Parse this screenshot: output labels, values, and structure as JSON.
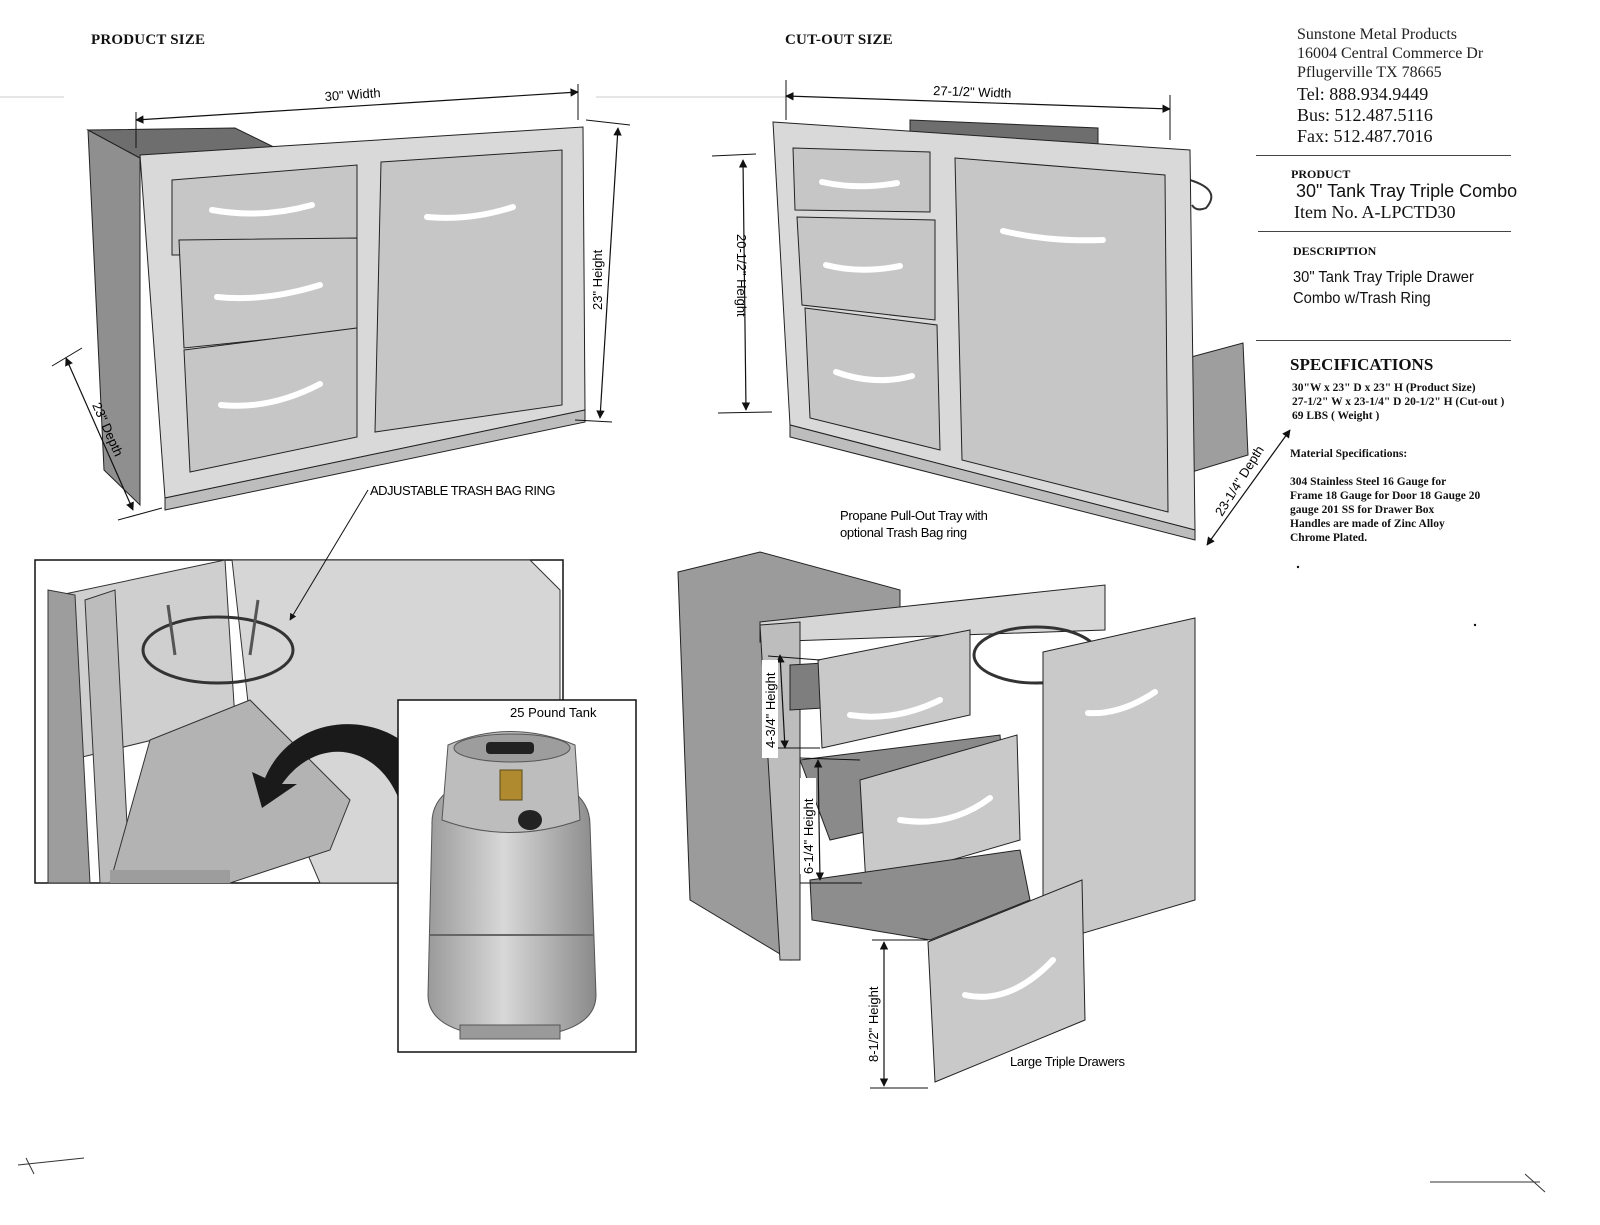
{
  "headers": {
    "product_size": "PRODUCT SIZE",
    "cutout_size": "CUT-OUT SIZE"
  },
  "company": {
    "name": "Sunstone Metal Products",
    "address1": "16004 Central Commerce Dr",
    "address2": "Pflugerville TX 78665",
    "tel": "Tel: 888.934.9449",
    "bus": "Bus: 512.487.5116",
    "fax": "Fax: 512.487.7016"
  },
  "product": {
    "label": "PRODUCT",
    "name": "30\" Tank Tray Triple Combo",
    "item": "Item No. A-LPCTD30"
  },
  "description": {
    "label": "DESCRIPTION",
    "line1": "30\" Tank Tray Triple Drawer",
    "line2": "Combo w/Trash Ring"
  },
  "specifications": {
    "label": "SPECIFICATIONS",
    "line1": "30\"W x 23\" D x 23\" H (Product Size)",
    "line2": "27-1/2\" W x 23-1/4\" D 20-1/2\" H (Cut-out )",
    "line3": "69 LBS ( Weight )",
    "material_label": "Material Specifications:",
    "material_lines": [
      "304 Stainless Steel 16 Gauge for",
      "Frame 18 Gauge for Door 18 Gauge 20",
      "gauge 201 SS for Drawer Box",
      "Handles are made of Zinc Alloy",
      "Chrome Plated."
    ]
  },
  "dimensions": {
    "product_width": "30\" Width",
    "product_height": "23\" Height",
    "product_depth": "23\" Depth",
    "cutout_width": "27-1/2\" Width",
    "cutout_height": "20-1/2\" Height",
    "cutout_depth": "23-1/4\" Depth",
    "drawer1_height": "4-3/4\" Height",
    "drawer2_height": "6-1/4\" Height",
    "drawer3_height": "8-1/2\" Height"
  },
  "callouts": {
    "trash_ring": "ADJUSTABLE TRASH BAG RING",
    "tank": "25 Pound Tank",
    "propane_line1": "Propane Pull-Out Tray with",
    "propane_line2": "optional Trash Bag ring",
    "large_drawers": "Large Triple Drawers"
  },
  "colors": {
    "steel": "#c7c7c7",
    "steel_dark": "#8f8f8f",
    "steel_light": "#dedede",
    "line": "#111111"
  }
}
